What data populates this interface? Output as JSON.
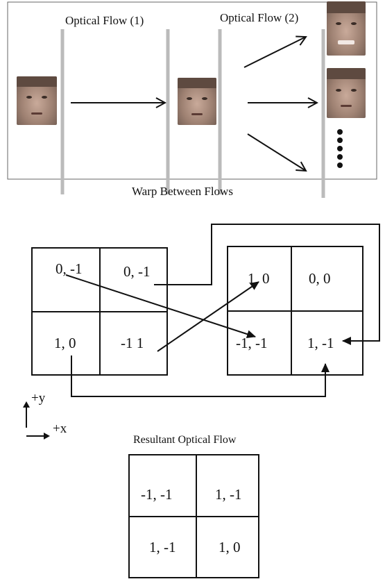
{
  "top": {
    "flow1_label": "Optical Flow (1)",
    "flow2_label": "Optical Flow (2)",
    "warp_label": "Warp Between Flows"
  },
  "grid_left": [
    [
      "0, -1",
      "0, -1"
    ],
    [
      "1, 0",
      "-1 1"
    ]
  ],
  "grid_right": [
    [
      "1, 0",
      "0, 0"
    ],
    [
      "-1, -1",
      "1, -1"
    ]
  ],
  "axes": {
    "y_label": "+y",
    "x_label": "+x"
  },
  "result": {
    "title": "Resultant Optical Flow",
    "cells": [
      [
        "-1, -1",
        "1, -1"
      ],
      [
        "1, -1",
        "1, 0"
      ]
    ]
  }
}
